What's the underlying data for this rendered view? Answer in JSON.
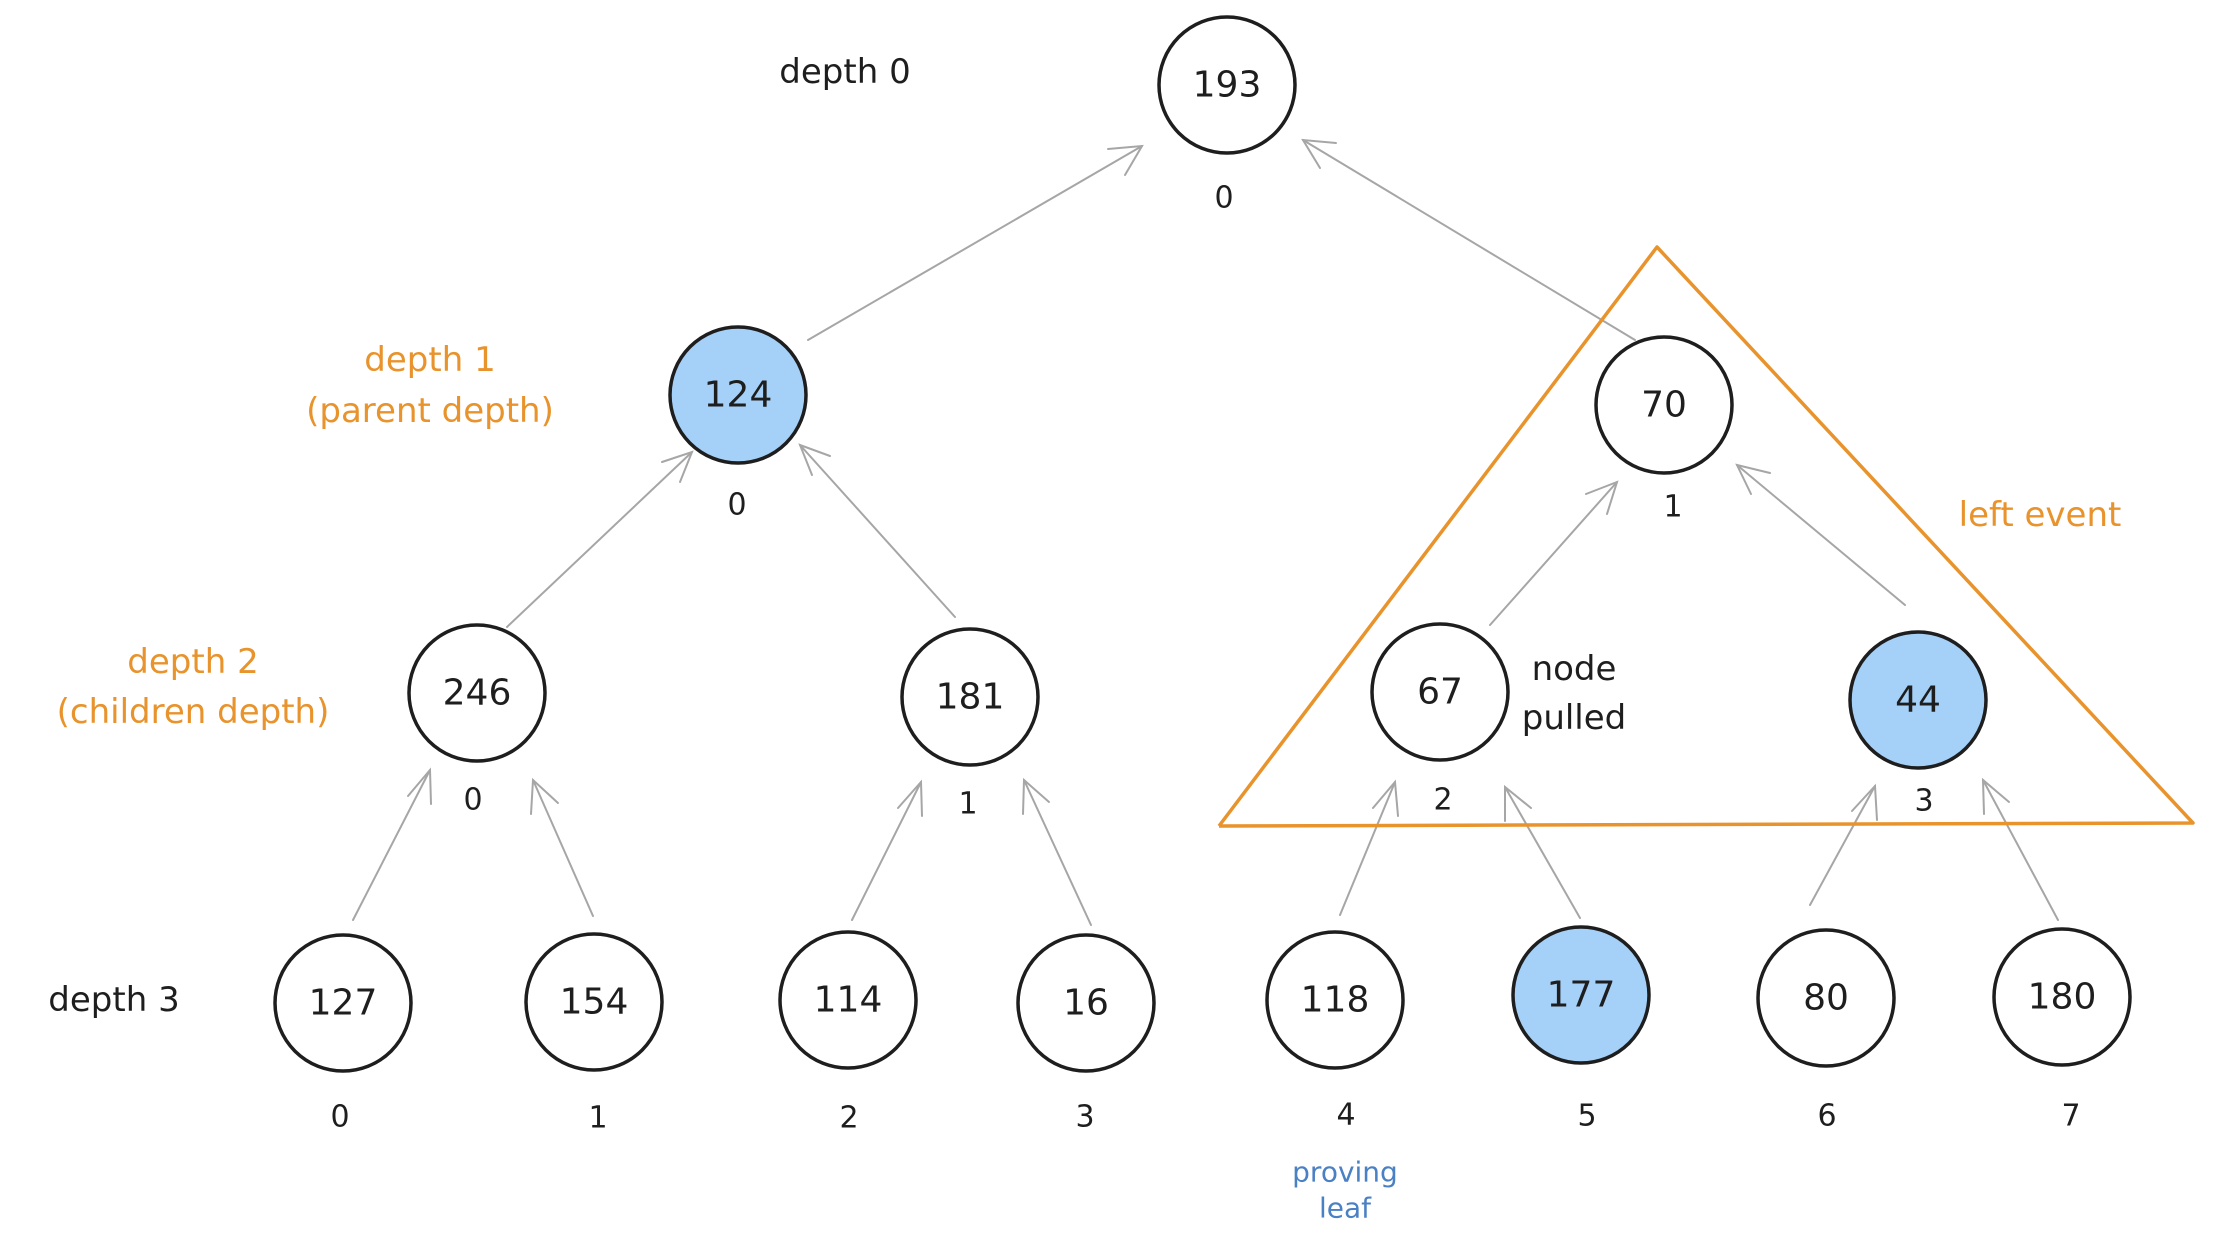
{
  "colors": {
    "node_fill": "#ffffff",
    "highlight_fill": "#a5d0f8",
    "stroke": "#1e1e1e",
    "edge": "#a6a6a6",
    "orange_annotation": "#e8932c",
    "blue_annotation": "#4a80c4"
  },
  "labels": {
    "depth0": "depth 0",
    "depth1_line1": "depth 1",
    "depth1_line2": "(parent depth)",
    "depth2_line1": "depth 2",
    "depth2_line2": "(children depth)",
    "depth3": "depth 3",
    "node_pulled_line1": "node",
    "node_pulled_line2": "pulled",
    "left_event": "left event",
    "proving_leaf_line1": "proving",
    "proving_leaf_line2": "leaf"
  },
  "tree": {
    "root": {
      "value": "193",
      "index": "0",
      "highlighted": false
    },
    "depth1": [
      {
        "value": "124",
        "index": "0",
        "highlighted": true
      },
      {
        "value": "70",
        "index": "1",
        "highlighted": false
      }
    ],
    "depth2": [
      {
        "value": "246",
        "index": "0",
        "highlighted": false
      },
      {
        "value": "181",
        "index": "1",
        "highlighted": false
      },
      {
        "value": "67",
        "index": "2",
        "highlighted": false
      },
      {
        "value": "44",
        "index": "3",
        "highlighted": true
      }
    ],
    "depth3": [
      {
        "value": "127",
        "index": "0",
        "highlighted": false
      },
      {
        "value": "154",
        "index": "1",
        "highlighted": false
      },
      {
        "value": "114",
        "index": "2",
        "highlighted": false
      },
      {
        "value": "16",
        "index": "3",
        "highlighted": false
      },
      {
        "value": "118",
        "index": "4",
        "highlighted": false
      },
      {
        "value": "177",
        "index": "5",
        "highlighted": true
      },
      {
        "value": "80",
        "index": "6",
        "highlighted": false
      },
      {
        "value": "180",
        "index": "7",
        "highlighted": false
      }
    ]
  }
}
